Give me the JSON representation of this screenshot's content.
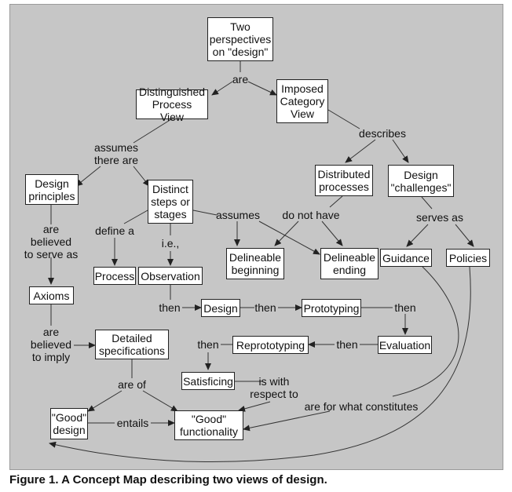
{
  "nodes": {
    "two_perspectives": "Two\nperspectives\non \"design\"",
    "distinguished_process": "Distinguished\nProcess View",
    "imposed_category": "Imposed\nCategory\nView",
    "design_principles": "Design\nprinciples",
    "distinct_steps": "Distinct\nsteps or\nstages",
    "distributed_processes": "Distributed\nprocesses",
    "design_challenges": "Design\n\"challenges\"",
    "axioms": "Axioms",
    "process": "Process",
    "observation": "Observation",
    "delineable_beginning": "Delineable\nbeginning",
    "delineable_ending": "Delineable\nending",
    "guidance": "Guidance",
    "policies": "Policies",
    "design": "Design",
    "prototyping": "Prototyping",
    "evaluation": "Evaluation",
    "reprototyping": "Reprototyping",
    "detailed_specifications": "Detailed\nspecifications",
    "satisficing": "Satisficing",
    "good_design": "\"Good\"\ndesign",
    "good_functionality": "\"Good\"\nfunctionality"
  },
  "links": {
    "are": "are",
    "describes": "describes",
    "assumes_there_are": "assumes\nthere are",
    "are_believed_to_serve_as": "are\nbelieved\nto serve as",
    "define_a": "define a",
    "ie": "i.e.,",
    "assumes": "assumes",
    "do_not_have": "do not have",
    "serves_as": "serves as",
    "then_1": "then",
    "then_2": "then",
    "then_3": "then",
    "then_4": "then",
    "then_5": "then",
    "are_believed_to_imply": "are\nbelieved\nto imply",
    "are_of": "are of",
    "is_with_respect_to": "is with\nrespect to",
    "entails": "entails",
    "are_for_what_constitutes": "are for what constitutes"
  },
  "caption": "Figure 1. A Concept Map describing two views of design."
}
